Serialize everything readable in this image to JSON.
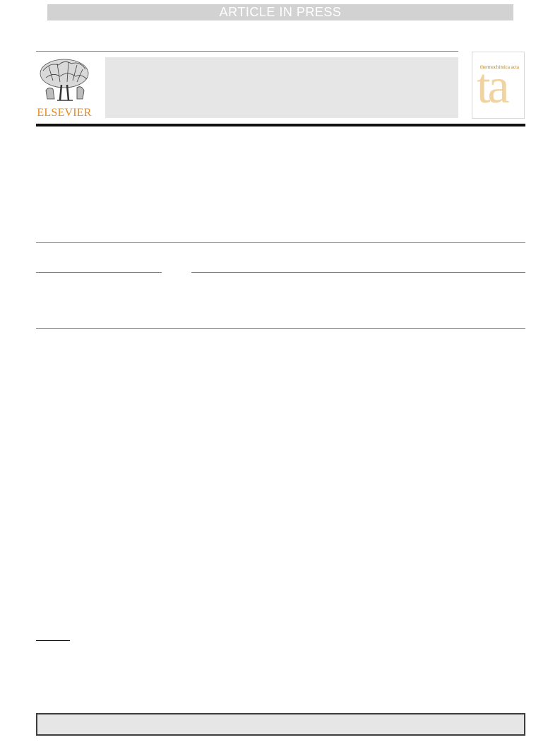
{
  "banner": {
    "text": "ARTICLE IN PRESS"
  },
  "publisher": {
    "name": "ELSEVIER"
  },
  "journal_cover": {
    "title": "thermochimica acta",
    "monogram": "ta"
  },
  "colors": {
    "banner_bg": "#d2d2d2",
    "publisher_orange": "#e8891b",
    "placeholder_gray": "#e6e6e6",
    "cover_accent": "#f0d3a0"
  }
}
